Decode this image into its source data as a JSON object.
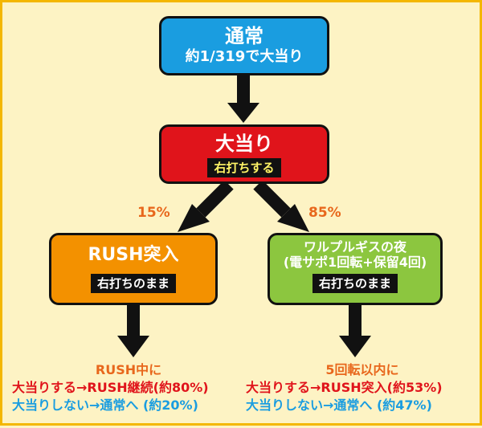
{
  "colors": {
    "background": "#fdf3c4",
    "border": "#f4b700",
    "normal": "#1a9de0",
    "jackpot": "#e0141b",
    "rush": "#f39100",
    "walpurgis": "#8cc63f",
    "accent_orange": "#e8671c",
    "highlight_yellow": "#fff466"
  },
  "nodes": {
    "normal": {
      "title": "通常",
      "subtitle": "約1/319で大当り"
    },
    "jackpot": {
      "title": "大当り",
      "badge": "右打ちする"
    },
    "rush": {
      "title": "RUSH突入",
      "badge": "右打ちのまま"
    },
    "walpurgis": {
      "title": "ワルプルギスの夜",
      "subtitle": "(電サポ1回転+保留4回)",
      "badge": "右打ちのまま"
    }
  },
  "branches": {
    "left_percent": "15%",
    "right_percent": "85%"
  },
  "results": {
    "left": {
      "heading": "RUSH中に",
      "win": "大当りする→RUSH継続(約80%)",
      "lose": "大当りしない→通常へ (約20%)"
    },
    "right": {
      "heading": "5回転以内に",
      "win": "大当りする→RUSH突入(約53%)",
      "lose": "大当りしない→通常へ (約47%)"
    }
  }
}
